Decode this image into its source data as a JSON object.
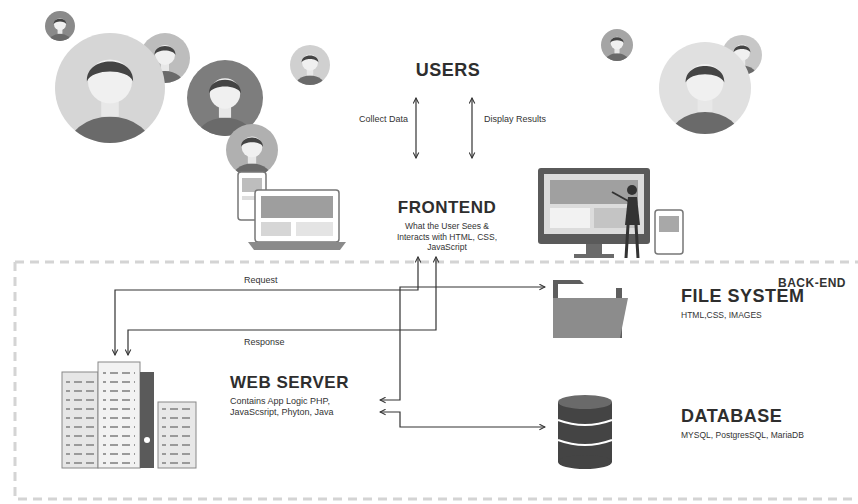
{
  "diagram": {
    "nodes": [
      {
        "text": [
          "USERS"
        ]
      },
      {
        "text": [
          "FRONTEND",
          "What the User Sees & Interacts with HTML, CSS, JavaScript"
        ]
      },
      {
        "text": [
          "WEB SERVER",
          "Contains App Logic PHP, JavaScsript, Phyton, Java"
        ]
      },
      {
        "text": [
          "FILE SYSTEM",
          "HTML,CSS, IMAGES"
        ]
      },
      {
        "text": [
          "DATABASE",
          "MYSQL, PostgresSQL, MariaDB"
        ]
      }
    ],
    "edges": [
      {
        "from": 0,
        "to": 1,
        "label": "Collect Data",
        "arrow": "both"
      },
      {
        "from": 0,
        "to": 1,
        "label": "Display Results",
        "arrow": "both"
      },
      {
        "from": 1,
        "to": 2,
        "label": "Request",
        "arrow": "both"
      },
      {
        "from": 1,
        "to": 2,
        "label": "Response",
        "arrow": "both"
      },
      {
        "from": 2,
        "to": 3,
        "arrow": "both"
      },
      {
        "from": 2,
        "to": 4,
        "arrow": "both"
      }
    ],
    "labels": [
      "BACK-END"
    ]
  }
}
